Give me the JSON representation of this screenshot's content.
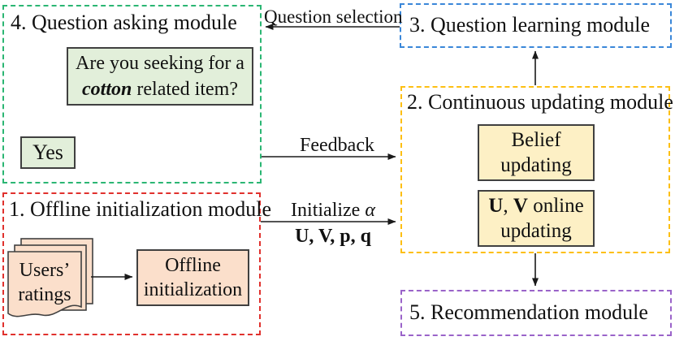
{
  "modules": {
    "m1": {
      "title": "1. Offline initialization module"
    },
    "m2": {
      "title": "2. Continuous updating module"
    },
    "m3": {
      "title": "3. Question learning module"
    },
    "m4": {
      "title": "4. Question asking module"
    },
    "m5": {
      "title": "5. Recommendation module"
    }
  },
  "question_asking": {
    "question_line1": "Are you seeking for a",
    "question_keyword": "cotton",
    "question_line2_rest": " related item?",
    "yes_label": "Yes"
  },
  "continuous_updating": {
    "belief_line1": "Belief",
    "belief_line2": "updating",
    "uv_bold1": "U",
    "uv_sep": ", ",
    "uv_bold2": "V",
    "uv_rest": " online",
    "uv_line2": "updating"
  },
  "offline_initialization": {
    "doc_line1": "Users’",
    "doc_line2": "ratings",
    "offline_line1": "Offline",
    "offline_line2": "initialization"
  },
  "arrows": {
    "question_selection": "Question selection",
    "feedback": "Feedback",
    "initialize_text": "Initialize ",
    "initialize_alpha": "α",
    "initialize_params": "U, V, p, q"
  },
  "colors": {
    "module1_border": "#e0312d",
    "module2_border": "#fdbf12",
    "module3_border": "#3a87d9",
    "module4_border": "#2bb673",
    "module5_border": "#9a63c9",
    "green_fill": "#e2efda",
    "gold_fill": "#fdf0c5",
    "peach_fill": "#fbdfcb",
    "box_border": "#404040",
    "arrow": "#1a1a1a"
  }
}
